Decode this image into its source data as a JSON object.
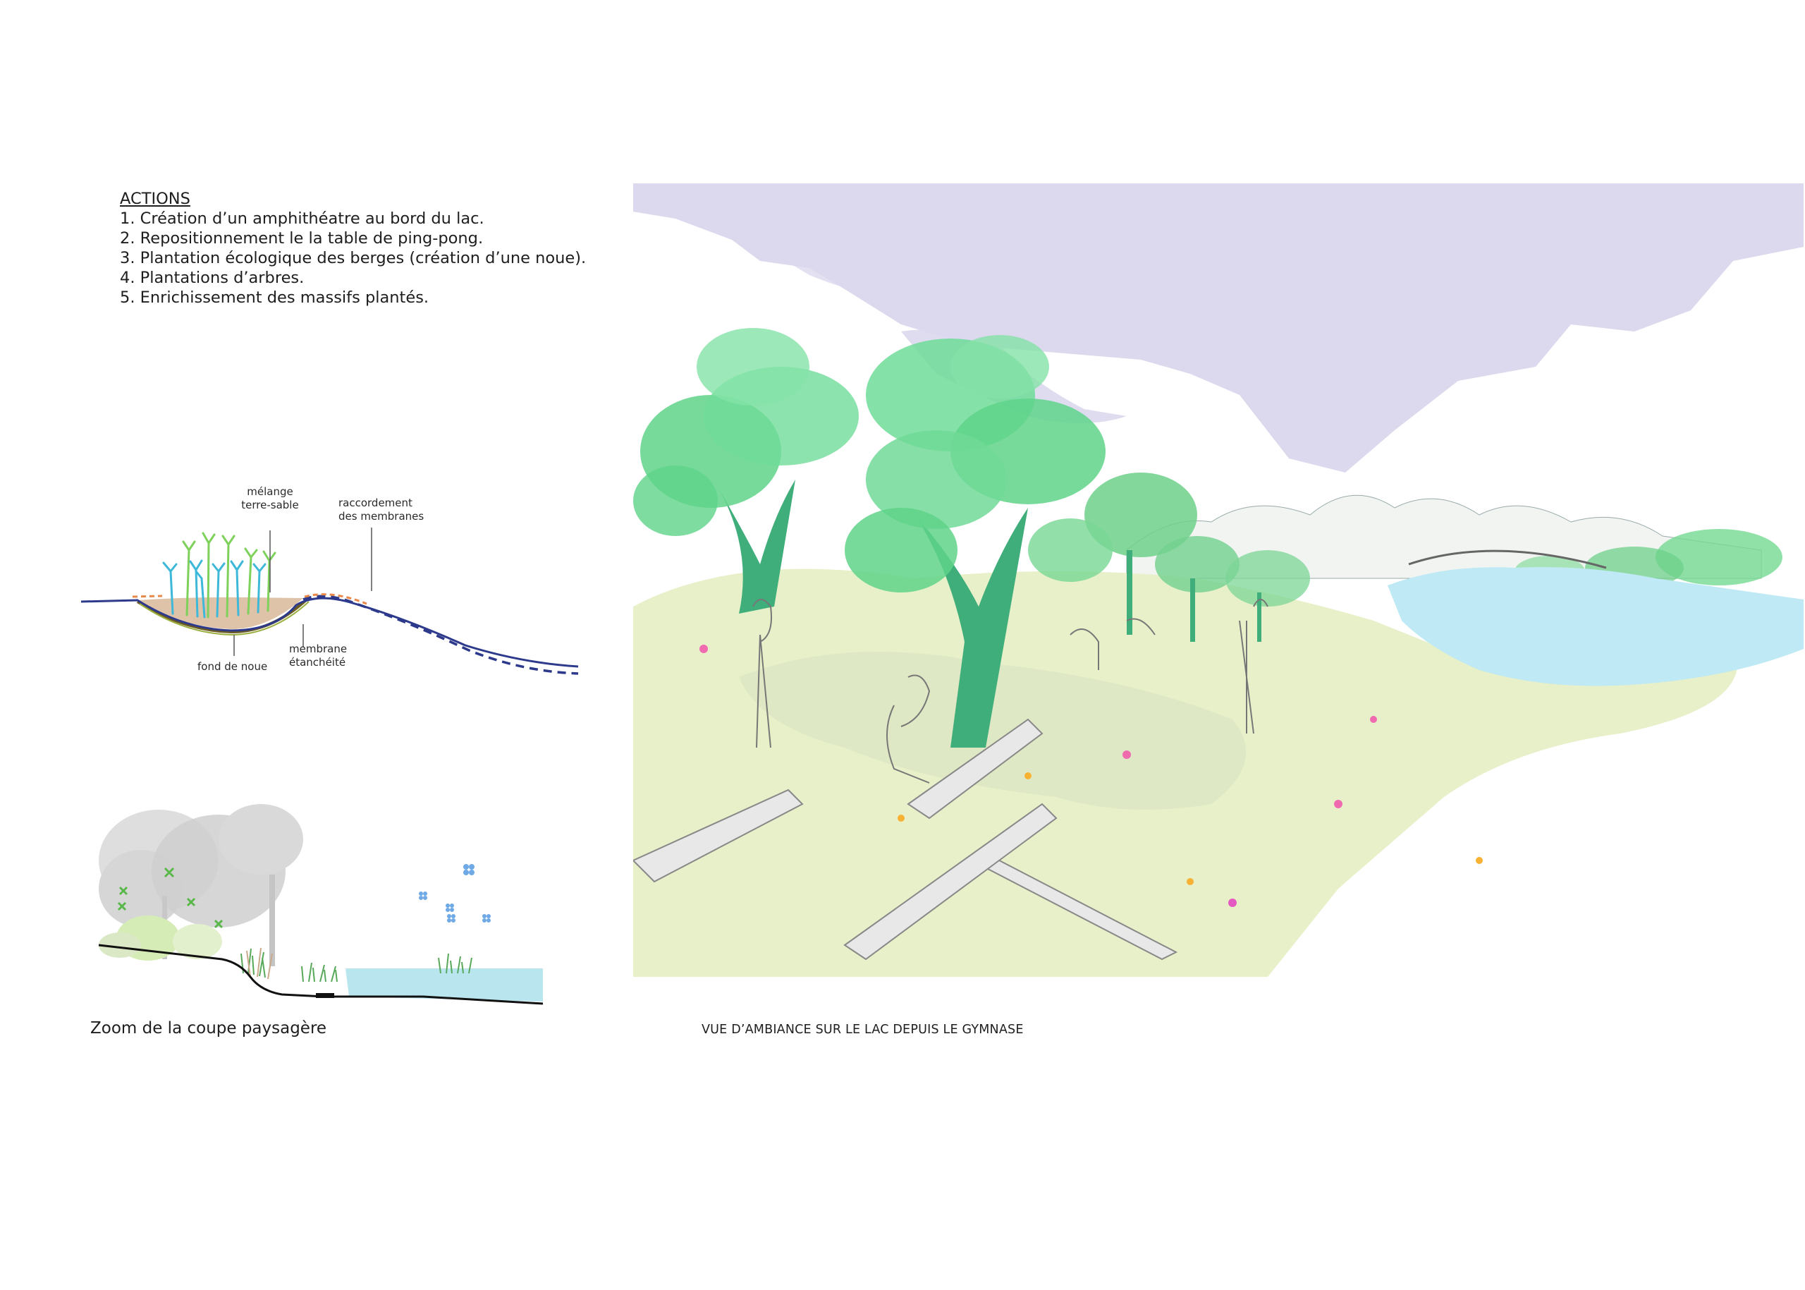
{
  "actions": {
    "title": "ACTIONS",
    "items": [
      {
        "num": "1.",
        "text": "Création d’un amphithéatre au bord du lac."
      },
      {
        "num": "2.",
        "text": "Repositionnement le la table de ping-pong."
      },
      {
        "num": "3.",
        "text": "Plantation écologique des berges (création d’une noue)."
      },
      {
        "num": "4.",
        "text": "Plantations d’arbres."
      },
      {
        "num": "5.",
        "text": "Enrichissement des massifs plantés."
      }
    ]
  },
  "section_diagram": {
    "labels": {
      "melange_line1": "mélange",
      "melange_line2": "terre-sable",
      "raccordement_line1": "raccordement",
      "raccordement_line2": "des membranes",
      "membrane_line1": "membrane",
      "membrane_line2": "étanchéité",
      "fond": "fond de noue"
    },
    "colors": {
      "ground_line": "#2d3a8c",
      "soil": "#d9b89a",
      "membrane": "#6b5a23",
      "orange_dash": "#e8894a",
      "reeds_blue": "#3eb8d8",
      "reeds_green": "#7ed15a"
    }
  },
  "zoom_diagram": {
    "caption": "Zoom de la coupe paysagère",
    "colors": {
      "tree": "#d4d4d4",
      "shrub": "#d6ecb6",
      "water": "#b9e6ee",
      "cross_green": "#5ab84a",
      "cross_blue": "#6fa9e6"
    }
  },
  "ambiance": {
    "caption": "VUE D’AMBIANCE SUR LE LAC DEPUIS LE GYMNASE",
    "colors": {
      "sky": "#dcd8ee",
      "foliage": "#5fd38a",
      "trunk": "#3fae7a",
      "grass": "#e7f0c8",
      "water": "#bfe9f4",
      "path": "#e8e8e8"
    }
  }
}
